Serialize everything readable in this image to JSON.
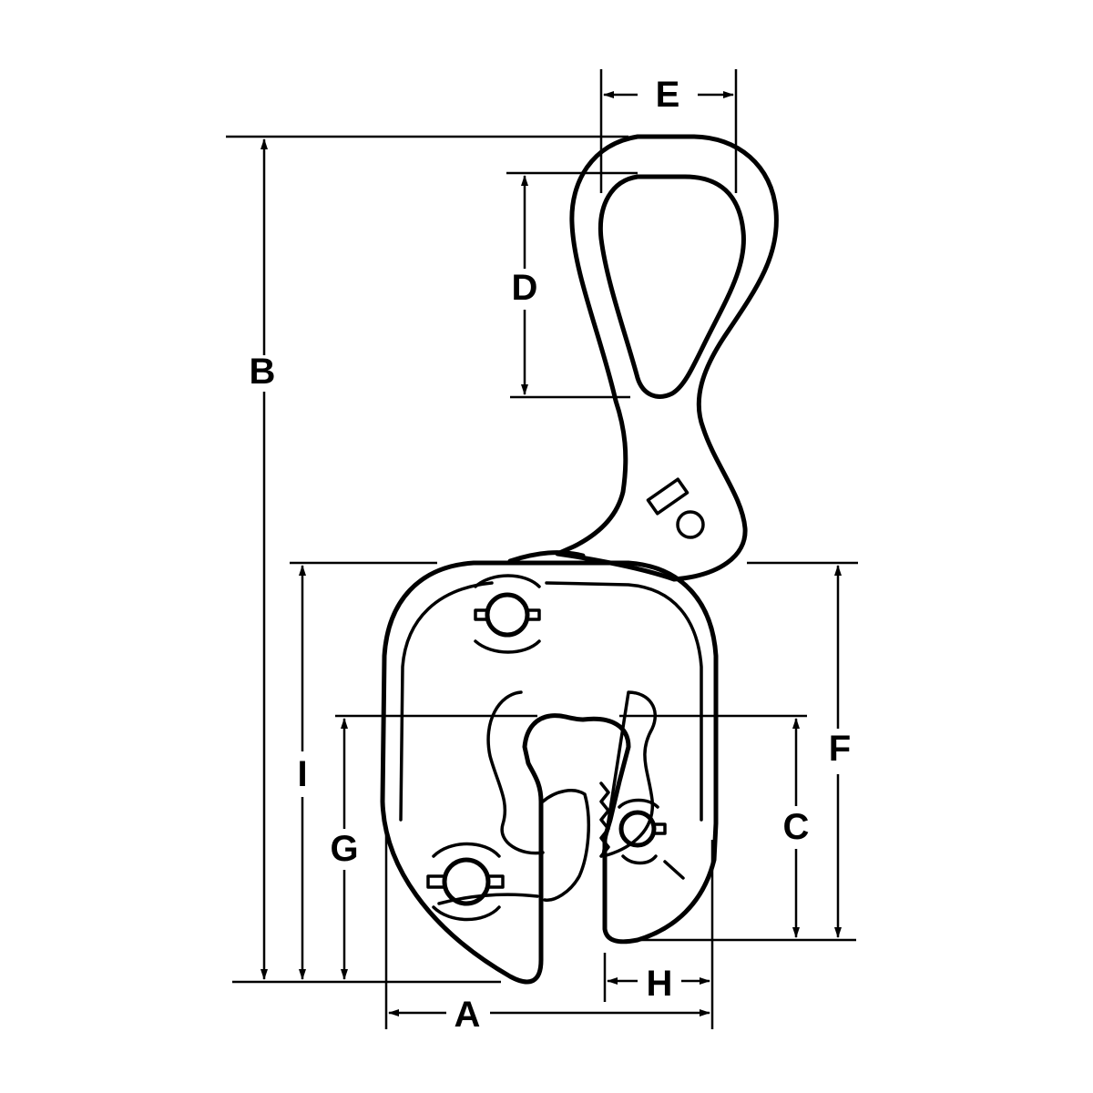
{
  "colors": {
    "line": "#000000",
    "background": "#ffffff"
  },
  "dimensions": {
    "a": "A",
    "b": "B",
    "c": "C",
    "d": "D",
    "e": "E",
    "f": "F",
    "g": "G",
    "h": "H",
    "i": "I"
  }
}
